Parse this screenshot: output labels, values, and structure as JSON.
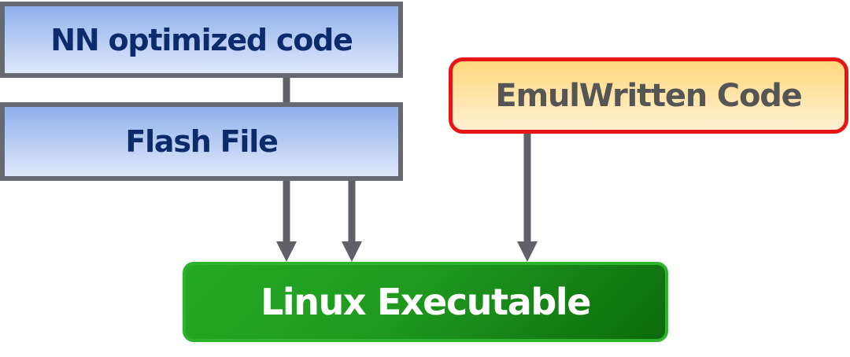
{
  "diagram": {
    "nodes": {
      "nn_optimized_code": "NN optimized code",
      "flash_file": "Flash File",
      "emul_written_code": "EmulWritten Code",
      "linux_executable": "Linux Executable"
    },
    "colors": {
      "blue_node_border": "#666a70",
      "blue_node_text": "#0d2b6b",
      "blue_node_fill_top": "#8fb0ec",
      "blue_node_fill_bottom": "#dfe8fb",
      "emul_node_border": "#e51616",
      "emul_node_text": "#555555",
      "emul_node_fill_top": "#ffd87f",
      "emul_node_fill_bottom": "#fff1d1",
      "linux_node_fill": "#1f9a1f",
      "linux_node_text": "#ffffff",
      "connector": "#5f6167"
    }
  }
}
